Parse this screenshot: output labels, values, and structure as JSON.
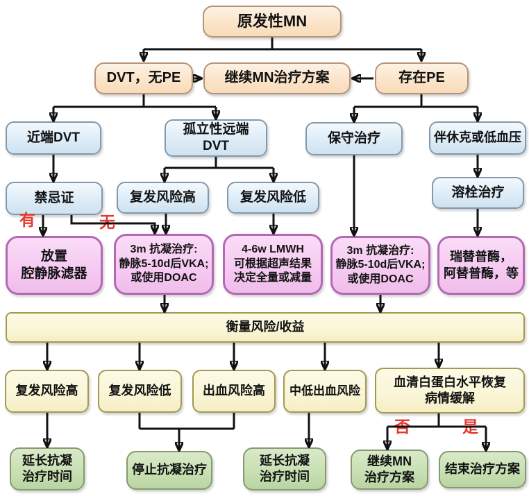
{
  "diagram": {
    "type": "flowchart",
    "title": "原发性MN",
    "background": "#ffffff",
    "arrow_color": "#111111",
    "branch_label_color": "#e8372d"
  },
  "nodes": {
    "primary_mn": "原发性MN",
    "dvt_no_pe": "DVT，无PE",
    "continue_mn_plan": "继续MN治疗方案",
    "pe_present": "存在PE",
    "proximal_dvt": "近端DVT",
    "isolated_distal_dvt": "孤立性远端\nDVT",
    "conservative_treatment": "保守治疗",
    "shock_or_hypotension": "伴休克或低血压",
    "contraindication": "禁忌证",
    "recurrence_risk_high_mid": "复发风险高",
    "recurrence_risk_low_mid": "复发风险低",
    "thrombolysis": "溶栓治疗",
    "ivc_filter": "放置\n腔静脉滤器",
    "anticoag_3m_left": "3m 抗凝治疗:\n静脉5-10d后VKA;\n或使用DOAC",
    "lmwh_4_6w": "4-6w LMWH\n可根据超声结果\n决定全量或减量",
    "anticoag_3m_right": "3m 抗凝治疗:\n静脉5-10d后VKA;\n或使用DOAC",
    "reteplase_alteplase": "瑞替普酶，\n阿替普酶，等",
    "weigh_risk_benefit": "衡量风险/收益",
    "recurrence_risk_high": "复发风险高",
    "recurrence_risk_low": "复发风险低",
    "bleeding_risk_high": "出血风险高",
    "bleeding_risk_mid_low": "中低出血风险",
    "albumin_recovered": "血清白蛋白水平恢复\n病情缓解",
    "extend_anticoag_left": "延长抗凝\n治疗时间",
    "stop_anticoag": "停止抗凝治疗",
    "extend_anticoag_right": "延长抗凝\n治疗时间",
    "continue_mn_plan_2": "继续MN\n治疗方案",
    "end_treatment_plan": "结束治疗方案"
  },
  "branch_labels": {
    "has_contraindication": "有",
    "no_contraindication": "无",
    "not_recovered": "否",
    "recovered": "是"
  },
  "colors": {
    "peach_fill": "#fbe4c9",
    "peach_border": "#b5937a",
    "blue_fill": "#ddecf7",
    "blue_border": "#8298ac",
    "pink_fill": "#f5c9f1",
    "pink_border": "#b468b4",
    "yellow_fill": "#faf5d6",
    "yellow_border": "#a29a4e",
    "green_fill": "#c7dfb2",
    "green_border": "#859a6d"
  }
}
